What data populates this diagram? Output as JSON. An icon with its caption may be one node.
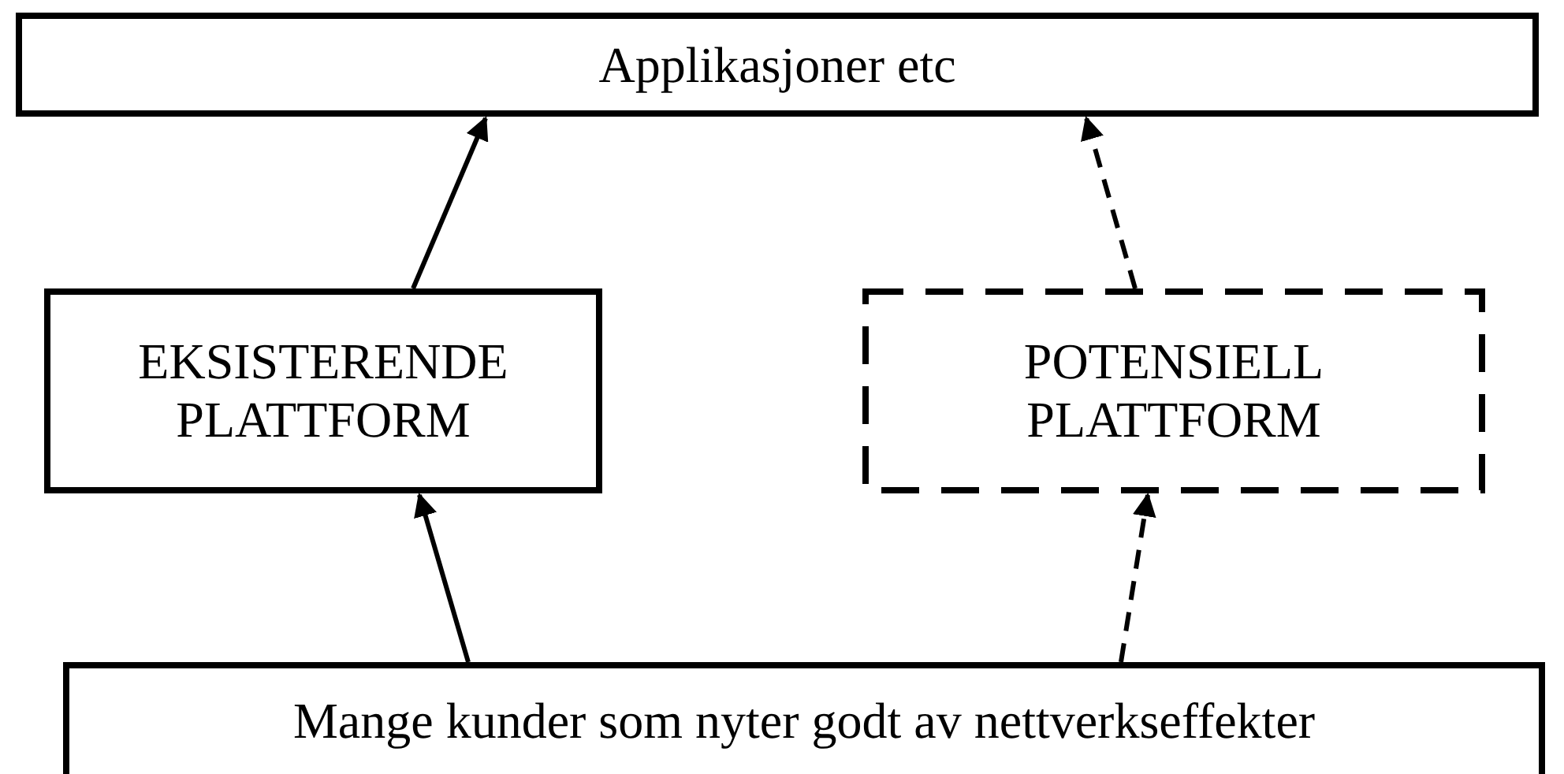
{
  "diagram": {
    "nodes": [
      {
        "text": [
          "Applikasjoner etc"
        ]
      },
      {
        "text": [
          "EKSISTERENDE PLATTFORM"
        ]
      },
      {
        "text": [
          "POTENSIELL PLATTFORM"
        ]
      },
      {
        "text": [
          "Mange kunder som nyter godt av nettverkseffekter"
        ]
      }
    ],
    "edges": [
      {
        "from": 1,
        "to": 0,
        "arrow": "to"
      },
      {
        "from": 2,
        "to": 0,
        "arrow": "to",
        "style": "dashed"
      },
      {
        "from": 3,
        "to": 1,
        "arrow": "to"
      },
      {
        "from": 3,
        "to": 2,
        "arrow": "to",
        "style": "dashed"
      }
    ]
  }
}
